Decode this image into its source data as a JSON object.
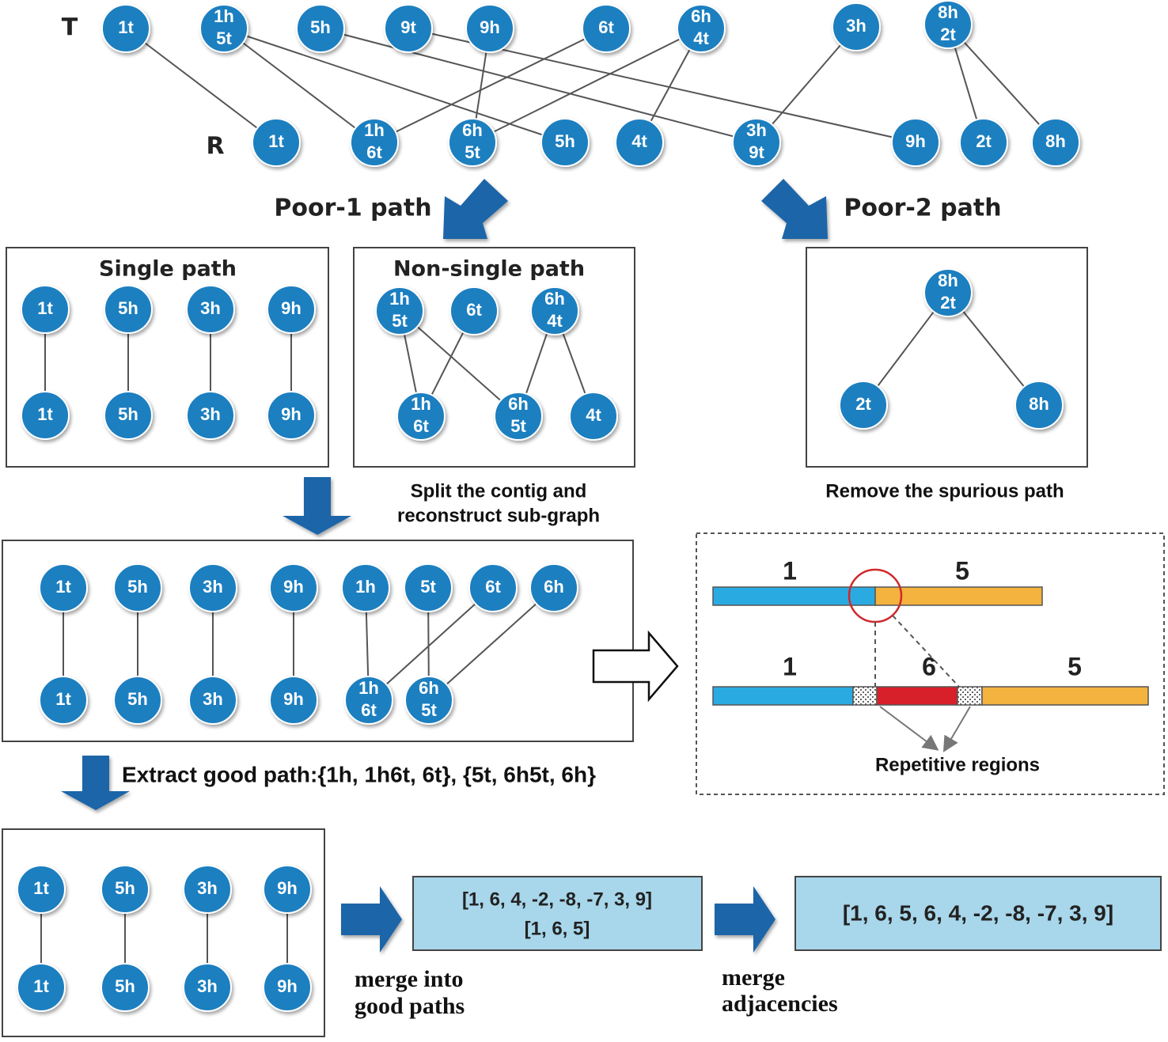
{
  "top_graph": {
    "row_t_label": "T",
    "row_r_label": "R",
    "t_nodes": [
      {
        "id": "T1",
        "lines": [
          "1t"
        ]
      },
      {
        "id": "T2",
        "lines": [
          "1h",
          "5t"
        ]
      },
      {
        "id": "T3",
        "lines": [
          "5h"
        ]
      },
      {
        "id": "T4",
        "lines": [
          "9t"
        ]
      },
      {
        "id": "T5",
        "lines": [
          "9h"
        ]
      },
      {
        "id": "T6",
        "lines": [
          "6t"
        ]
      },
      {
        "id": "T7",
        "lines": [
          "6h",
          "4t"
        ]
      },
      {
        "id": "T8",
        "lines": [
          "3h"
        ]
      },
      {
        "id": "T9",
        "lines": [
          "8h",
          "2t"
        ]
      }
    ],
    "r_nodes": [
      {
        "id": "R1",
        "lines": [
          "1t"
        ]
      },
      {
        "id": "R2",
        "lines": [
          "1h",
          "6t"
        ]
      },
      {
        "id": "R3",
        "lines": [
          "6h",
          "5t"
        ]
      },
      {
        "id": "R4",
        "lines": [
          "5h"
        ]
      },
      {
        "id": "R5",
        "lines": [
          "4t"
        ]
      },
      {
        "id": "R6",
        "lines": [
          "3h",
          "9t"
        ]
      },
      {
        "id": "R7",
        "lines": [
          "9h"
        ]
      },
      {
        "id": "R8",
        "lines": [
          "2t"
        ]
      },
      {
        "id": "R9",
        "lines": [
          "8h"
        ]
      }
    ],
    "edges": [
      [
        "T1",
        "R1"
      ],
      [
        "T2",
        "R2"
      ],
      [
        "T2",
        "R4"
      ],
      [
        "T3",
        "R6"
      ],
      [
        "T4",
        "R7"
      ],
      [
        "T5",
        "R3"
      ],
      [
        "T6",
        "R2"
      ],
      [
        "T7",
        "R3"
      ],
      [
        "T7",
        "R5"
      ],
      [
        "T8",
        "R6"
      ],
      [
        "T9",
        "R8"
      ],
      [
        "T9",
        "R9"
      ]
    ]
  },
  "poor1_label": "Poor-1 path",
  "poor2_label": "Poor-2 path",
  "single_path": {
    "title": "Single path",
    "top": [
      [
        "1t"
      ],
      [
        "5h"
      ],
      [
        "3h"
      ],
      [
        "9h"
      ]
    ],
    "bottom": [
      [
        "1t"
      ],
      [
        "5h"
      ],
      [
        "3h"
      ],
      [
        "9h"
      ]
    ]
  },
  "non_single_path": {
    "title": "Non-single path",
    "top": [
      [
        "1h",
        "5t"
      ],
      [
        "6t"
      ],
      [
        "6h",
        "4t"
      ]
    ],
    "bottom": [
      [
        "1h",
        "6t"
      ],
      [
        "6h",
        "5t"
      ],
      [
        "4t"
      ]
    ]
  },
  "poor2_box": {
    "top": [
      "8h",
      "2t"
    ],
    "left": [
      "2t"
    ],
    "right": [
      "8h"
    ]
  },
  "split_caption": [
    "Split the contig and",
    "reconstruct sub-graph"
  ],
  "remove_caption": "Remove the spurious path",
  "reconstructed": {
    "top": [
      [
        "1t"
      ],
      [
        "5h"
      ],
      [
        "3h"
      ],
      [
        "9h"
      ],
      [
        "1h"
      ],
      [
        "5t"
      ],
      [
        "6t"
      ],
      [
        "6h"
      ]
    ],
    "bottom": [
      [
        "1t"
      ],
      [
        "5h"
      ],
      [
        "3h"
      ],
      [
        "9h"
      ],
      [
        "1h",
        "6t"
      ],
      [
        "6h",
        "5t"
      ]
    ]
  },
  "contig": {
    "top_labels": [
      "1",
      "5"
    ],
    "bottom_labels": [
      "1",
      "6",
      "5"
    ],
    "repetitive_label": "Repetitive regions"
  },
  "extract_label": "Extract good path:{1h, 1h6t, 6t}, {5t, 6h5t, 6h}",
  "final_single": {
    "top": [
      [
        "1t"
      ],
      [
        "5h"
      ],
      [
        "3h"
      ],
      [
        "9h"
      ]
    ],
    "bottom": [
      [
        "1t"
      ],
      [
        "5h"
      ],
      [
        "3h"
      ],
      [
        "9h"
      ]
    ]
  },
  "good_paths": [
    "[1, 6, 4, -2, -8, -7, 3, 9]",
    "[1, 6, 5]"
  ],
  "merge_good_label": [
    "merge into",
    "good paths"
  ],
  "merged_result": "[1, 6, 5, 6, 4, -2, -8, -7, 3, 9]",
  "merge_adj_label": [
    "merge",
    "adjacencies"
  ],
  "colors": {
    "node": "#1f7fc0",
    "arrow": "#1a65a8",
    "contig_blue": "#29abe2",
    "contig_orange": "#f4b23e",
    "contig_red": "#d8202a",
    "result_box": "#a8d6ea",
    "highlight_ring": "#d0282d"
  }
}
